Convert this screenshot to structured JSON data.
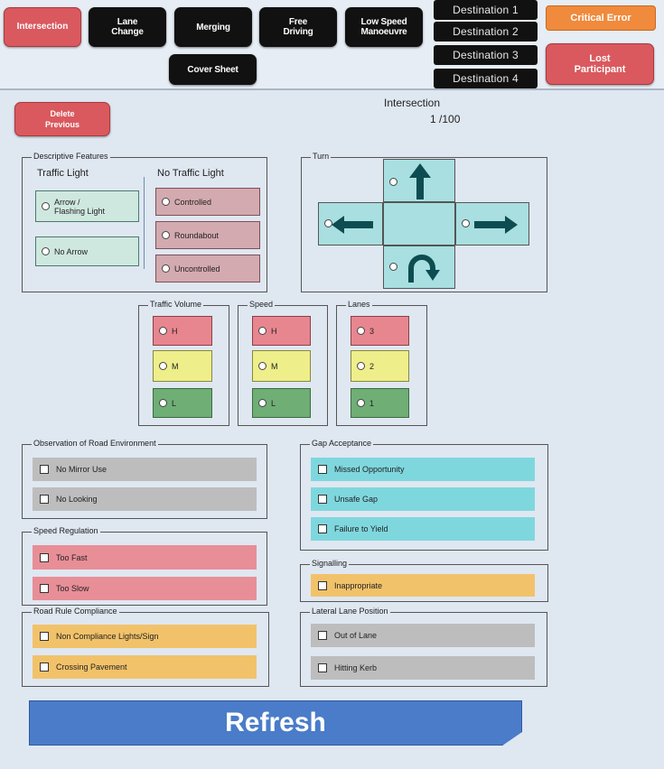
{
  "nav": {
    "intersection": "Intersection",
    "lane_change": "Lane\nChange",
    "merging": "Merging",
    "free_driving": "Free\nDriving",
    "low_speed": "Low Speed\nManoeuvre",
    "cover_sheet": "Cover Sheet",
    "destinations": [
      "Destination 1",
      "Destination 2",
      "Destination 3",
      "Destination 4"
    ],
    "critical_error": "Critical Error",
    "lost_participant": "Lost\nParticipant"
  },
  "header": {
    "delete_previous": "Delete\nPrevious",
    "title": "Intersection",
    "counter": "1 /100"
  },
  "descriptive": {
    "title": "Descriptive Features",
    "traffic_light": "Traffic Light",
    "no_traffic_light": "No Traffic Light",
    "tl_options": [
      "Arrow /\nFlashing Light",
      "No Arrow"
    ],
    "ntl_options": [
      "Controlled",
      "Roundabout",
      "Uncontrolled"
    ]
  },
  "turn": {
    "title": "Turn",
    "icons": [
      "arrow-up-icon",
      "arrow-left-icon",
      "arrow-right-icon",
      "u-turn-icon"
    ]
  },
  "traffic_volume": {
    "title": "Traffic Volume",
    "options": [
      "H",
      "M",
      "L"
    ]
  },
  "speed": {
    "title": "Speed",
    "options": [
      "H",
      "M",
      "L"
    ]
  },
  "lanes": {
    "title": "Lanes",
    "options": [
      "3",
      "2",
      "1"
    ]
  },
  "observation": {
    "title": "Observation of Road Environment",
    "items": [
      "No Mirror Use",
      "No Looking"
    ]
  },
  "gap": {
    "title": "Gap Acceptance",
    "items": [
      "Missed Opportunity",
      "Unsafe Gap",
      "Failure to Yield"
    ]
  },
  "speed_reg": {
    "title": "Speed Regulation",
    "items": [
      "Too Fast",
      "Too Slow"
    ]
  },
  "signalling": {
    "title": "Signalling",
    "items": [
      "Inappropriate"
    ]
  },
  "road_rule": {
    "title": "Road Rule Compliance",
    "items": [
      "Non Compliance Lights/Sign",
      "Crossing Pavement"
    ]
  },
  "lateral": {
    "title": "Lateral Lane Position",
    "items": [
      "Out of Lane",
      "Hitting Kerb"
    ]
  },
  "refresh": "Refresh",
  "colors": {
    "red": "#d9595e",
    "orange": "#f08a3c",
    "cyan": "#7fd7de",
    "grey": "#bdbdbd",
    "salmon": "#e88e97",
    "amber": "#f2c26a",
    "blue": "#4a7cc9"
  }
}
